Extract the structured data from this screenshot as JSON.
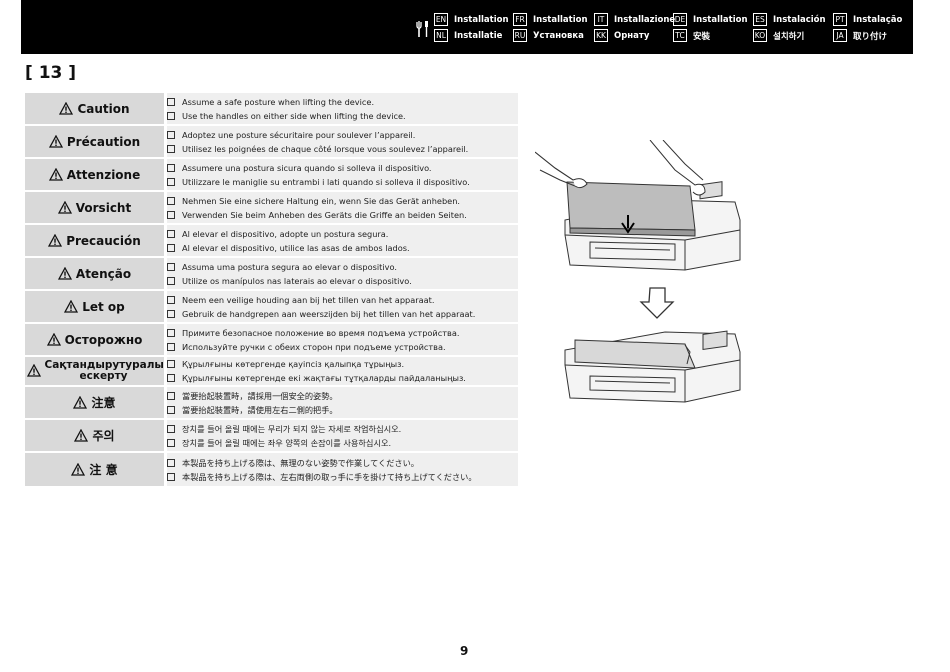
{
  "header": {
    "tool_icon": "tools-icon",
    "languages": [
      {
        "code": "EN",
        "label": "Installation"
      },
      {
        "code": "FR",
        "label": "Installation"
      },
      {
        "code": "IT",
        "label": "Installazione"
      },
      {
        "code": "DE",
        "label": "Installation"
      },
      {
        "code": "ES",
        "label": "Instalación"
      },
      {
        "code": "PT",
        "label": "Instalação"
      },
      {
        "code": "NL",
        "label": "Installatie"
      },
      {
        "code": "RU",
        "label": "Установка"
      },
      {
        "code": "KK",
        "label": "Орнату"
      },
      {
        "code": "TC",
        "label": "安裝"
      },
      {
        "code": "KO",
        "label": "설치하기"
      },
      {
        "code": "JA",
        "label": "取り付け"
      }
    ]
  },
  "step": "[ 13 ]",
  "warnings": [
    {
      "label": "Caution",
      "lines": [
        "Assume a safe posture when lifting the device.",
        "Use the handles on either side when lifting the device."
      ]
    },
    {
      "label": "Précaution",
      "lines": [
        "Adoptez une posture sécuritaire pour soulever l’appareil.",
        "Utilisez les poignées de chaque côté lorsque vous soulevez l’appareil."
      ]
    },
    {
      "label": "Attenzione",
      "lines": [
        "Assumere una postura sicura quando si solleva il dispositivo.",
        "Utilizzare le maniglie su entrambi i lati quando si solleva il dispositivo."
      ]
    },
    {
      "label": "Vorsicht",
      "lines": [
        "Nehmen Sie eine sichere Haltung ein, wenn Sie das Gerät anheben.",
        "Verwenden Sie beim Anheben des Geräts die Griffe an beiden Seiten."
      ]
    },
    {
      "label": "Precaución",
      "lines": [
        "Al elevar el dispositivo, adopte un postura segura.",
        "Al elevar el dispositivo, utilice las asas de ambos lados."
      ]
    },
    {
      "label": "Atenção",
      "lines": [
        "Assuma uma postura segura ao elevar o dispositivo.",
        "Utilize os manípulos nas laterais ao elevar o dispositivo."
      ]
    },
    {
      "label": "Let op",
      "lines": [
        "Neem een veilige houding aan bij het tillen van het apparaat.",
        "Gebruik de handgrepen aan weerszijden bij het tillen van het apparaat."
      ]
    },
    {
      "label": "Осторожно",
      "lines": [
        "Примите безопасное положение во время подъема устройства.",
        "Используйте ручки с обеих сторон при подъеме устройства."
      ]
    },
    {
      "label": "Сақтандырутуралы ескерту",
      "lines": [
        "Құрылғыны көтергенде қауіпсіз қалыпқа тұрыңыз.",
        "Құрылғыны көтергенде екі жақтағы тұтқаларды пайдаланыңыз."
      ]
    },
    {
      "label": "注意",
      "lines": [
        "當要抬起裝置時，請採用一個安全的姿勢。",
        "當要抬起裝置時，請使用左右二側的把手。"
      ]
    },
    {
      "label": "주의",
      "lines": [
        "장치를 들어 올릴 때에는 무리가 되지 않는 자세로 작업하십시오.",
        "장치를 들어 올릴 때에는 좌우 양쪽의 손잡이를 사용하십시오."
      ]
    },
    {
      "label": "注 意",
      "lines": [
        "本製品を持ち上げる際は、無理のない姿勢で作業してください。",
        "本製品を持ち上げる際は、左右両側の取っ手に手を掛けて持ち上げてください。"
      ]
    }
  ],
  "page_number": "9"
}
